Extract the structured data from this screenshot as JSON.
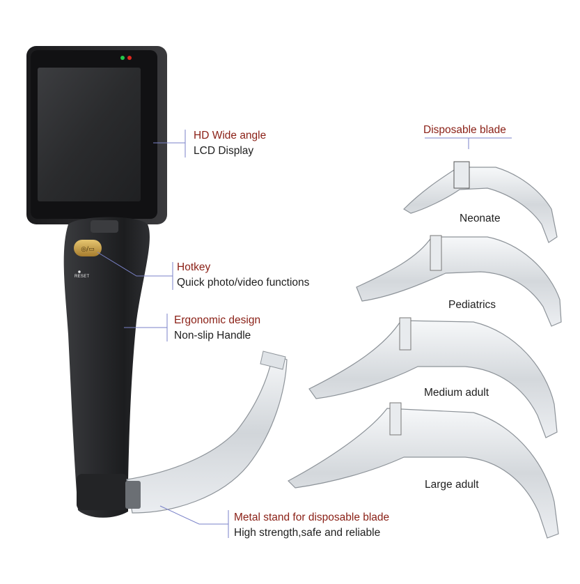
{
  "device_labels": {
    "display": {
      "title": "HD Wide angle",
      "subtitle": "LCD Display"
    },
    "hotkey": {
      "title": "Hotkey",
      "subtitle": "Quick photo/video functions"
    },
    "handle": {
      "title": "Ergonomic design",
      "subtitle": "Non-slip Handle"
    },
    "stand": {
      "title": "Metal stand for disposable blade",
      "subtitle": "High strength,safe and reliable"
    }
  },
  "blades": {
    "heading": "Disposable blade",
    "sizes": [
      "Neonate",
      "Pediatrics",
      "Medium adult",
      "Large adult"
    ]
  },
  "device_text": {
    "reset": "RESET"
  },
  "colors": {
    "label_title": "#8a1f15",
    "label_text": "#1e1e1e",
    "leader_line": "#7a82c8",
    "led_green": "#22c84a",
    "led_red": "#e0281e",
    "hotkey_button": "#c9a24a"
  }
}
